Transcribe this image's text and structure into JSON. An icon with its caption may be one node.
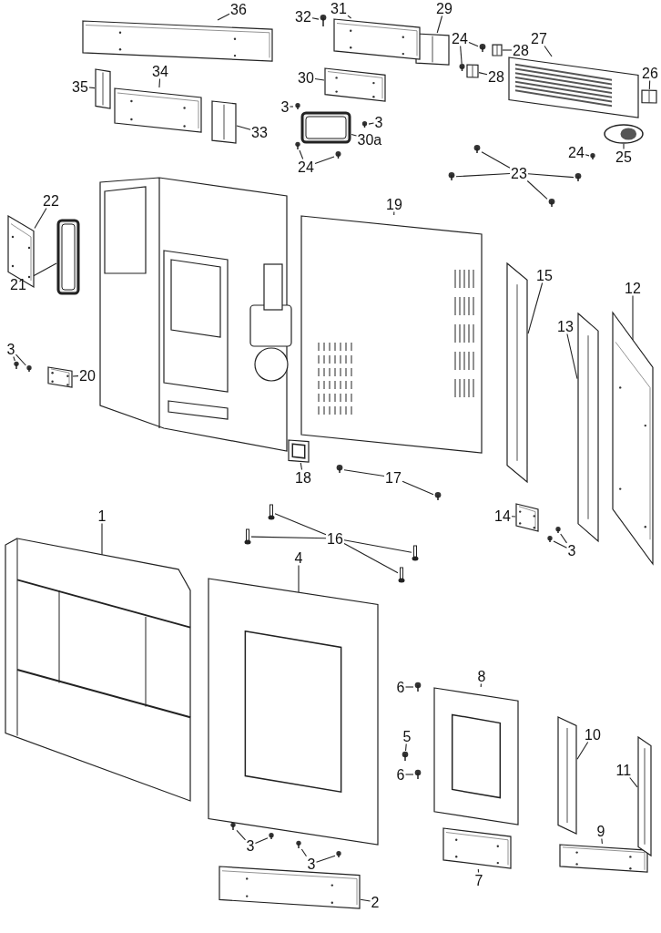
{
  "diagram": {
    "nodes": [
      {
        "text": [
          "36"
        ]
      },
      {
        "text": [],
        "shape": "picture"
      },
      {
        "text": [
          "35"
        ]
      },
      {
        "text": [],
        "shape": "picture"
      },
      {
        "text": [
          "34"
        ]
      },
      {
        "text": [],
        "shape": "picture"
      },
      {
        "text": [
          "33"
        ]
      },
      {
        "text": [],
        "shape": "picture"
      },
      {
        "text": [
          "32"
        ]
      },
      {
        "text": [],
        "shape": "picture"
      },
      {
        "text": [
          "31"
        ]
      },
      {
        "text": [],
        "shape": "picture"
      },
      {
        "text": [
          "29"
        ]
      },
      {
        "text": [],
        "shape": "picture"
      },
      {
        "text": [
          "24"
        ]
      },
      {
        "text": [],
        "shape": "picture"
      },
      {
        "text": [],
        "shape": "picture"
      },
      {
        "text": [
          "28"
        ]
      },
      {
        "text": [],
        "shape": "picture"
      },
      {
        "text": [
          "28"
        ]
      },
      {
        "text": [],
        "shape": "picture"
      },
      {
        "text": [
          "27"
        ]
      },
      {
        "text": [],
        "shape": "picture"
      },
      {
        "text": [
          "26"
        ]
      },
      {
        "text": [],
        "shape": "picture"
      },
      {
        "text": [
          "30"
        ]
      },
      {
        "text": [],
        "shape": "picture"
      },
      {
        "text": [
          "3"
        ]
      },
      {
        "text": [],
        "shape": "picture"
      },
      {
        "text": [
          "3"
        ]
      },
      {
        "text": [],
        "shape": "picture"
      },
      {
        "text": [
          "30a"
        ]
      },
      {
        "text": [],
        "shape": "picture"
      },
      {
        "text": [
          "24"
        ]
      },
      {
        "text": [],
        "shape": "picture"
      },
      {
        "text": [],
        "shape": "picture"
      },
      {
        "text": [
          "25"
        ]
      },
      {
        "text": [],
        "shape": "picture"
      },
      {
        "text": [
          "24"
        ]
      },
      {
        "text": [],
        "shape": "picture"
      },
      {
        "text": [
          "23"
        ]
      },
      {
        "text": [],
        "shape": "picture"
      },
      {
        "text": [],
        "shape": "picture"
      },
      {
        "text": [],
        "shape": "picture"
      },
      {
        "text": [],
        "shape": "picture"
      },
      {
        "text": [
          "22"
        ]
      },
      {
        "text": [],
        "shape": "picture"
      },
      {
        "text": [
          "21"
        ]
      },
      {
        "text": [],
        "shape": "picture"
      },
      {
        "text": [
          "19"
        ]
      },
      {
        "text": [],
        "shape": "picture"
      },
      {
        "text": [
          "15"
        ]
      },
      {
        "text": [],
        "shape": "picture"
      },
      {
        "text": [
          "12"
        ]
      },
      {
        "text": [],
        "shape": "picture"
      },
      {
        "text": [
          "13"
        ]
      },
      {
        "text": [],
        "shape": "picture"
      },
      {
        "text": [
          "3"
        ]
      },
      {
        "text": [],
        "shape": "picture"
      },
      {
        "text": [],
        "shape": "picture"
      },
      {
        "text": [
          "20"
        ]
      },
      {
        "text": [],
        "shape": "picture"
      },
      {
        "text": [
          "18"
        ]
      },
      {
        "text": [],
        "shape": "picture"
      },
      {
        "text": [
          "17"
        ]
      },
      {
        "text": [],
        "shape": "picture"
      },
      {
        "text": [],
        "shape": "picture"
      },
      {
        "text": [
          "16"
        ]
      },
      {
        "text": [],
        "shape": "picture"
      },
      {
        "text": [],
        "shape": "picture"
      },
      {
        "text": [],
        "shape": "picture"
      },
      {
        "text": [],
        "shape": "picture"
      },
      {
        "text": [
          "14"
        ]
      },
      {
        "text": [],
        "shape": "picture"
      },
      {
        "text": [
          "3"
        ]
      },
      {
        "text": [],
        "shape": "picture"
      },
      {
        "text": [],
        "shape": "picture"
      },
      {
        "text": [
          "1"
        ]
      },
      {
        "text": [],
        "shape": "picture"
      },
      {
        "text": [
          "4"
        ]
      },
      {
        "text": [],
        "shape": "picture"
      },
      {
        "text": [
          "6"
        ]
      },
      {
        "text": [],
        "shape": "picture"
      },
      {
        "text": [
          "5"
        ]
      },
      {
        "text": [],
        "shape": "picture"
      },
      {
        "text": [
          "6"
        ]
      },
      {
        "text": [],
        "shape": "picture"
      },
      {
        "text": [
          "8"
        ]
      },
      {
        "text": [],
        "shape": "picture"
      },
      {
        "text": [
          "10"
        ]
      },
      {
        "text": [],
        "shape": "picture"
      },
      {
        "text": [
          "11"
        ]
      },
      {
        "text": [],
        "shape": "picture"
      },
      {
        "text": [
          "9"
        ]
      },
      {
        "text": [],
        "shape": "picture"
      },
      {
        "text": [
          "7"
        ]
      },
      {
        "text": [],
        "shape": "picture"
      },
      {
        "text": [
          "3"
        ]
      },
      {
        "text": [],
        "shape": "picture"
      },
      {
        "text": [],
        "shape": "picture"
      },
      {
        "text": [
          "3"
        ]
      },
      {
        "text": [],
        "shape": "picture"
      },
      {
        "text": [],
        "shape": "picture"
      },
      {
        "text": [
          "2"
        ]
      },
      {
        "text": [],
        "shape": "picture"
      }
    ],
    "edges": [
      {
        "from": 0,
        "to": 1,
        "arrow": "none"
      },
      {
        "from": 2,
        "to": 3,
        "arrow": "none"
      },
      {
        "from": 4,
        "to": 5,
        "arrow": "none"
      },
      {
        "from": 6,
        "to": 7,
        "arrow": "none"
      },
      {
        "from": 8,
        "to": 9,
        "arrow": "none"
      },
      {
        "from": 10,
        "to": 11,
        "arrow": "none"
      },
      {
        "from": 12,
        "to": 13,
        "arrow": "none"
      },
      {
        "from": 14,
        "to": 15,
        "arrow": "none"
      },
      {
        "from": 14,
        "to": 16,
        "arrow": "none"
      },
      {
        "from": 17,
        "to": 18,
        "arrow": "none"
      },
      {
        "from": 19,
        "to": 20,
        "arrow": "none"
      },
      {
        "from": 21,
        "to": 22,
        "arrow": "none"
      },
      {
        "from": 23,
        "to": 24,
        "arrow": "none"
      },
      {
        "from": 25,
        "to": 26,
        "arrow": "none"
      },
      {
        "from": 27,
        "to": 28,
        "arrow": "none"
      },
      {
        "from": 29,
        "to": 30,
        "arrow": "none"
      },
      {
        "from": 31,
        "to": 32,
        "arrow": "none"
      },
      {
        "from": 33,
        "to": 34,
        "arrow": "none"
      },
      {
        "from": 33,
        "to": 35,
        "arrow": "none"
      },
      {
        "from": 36,
        "to": 37,
        "arrow": "none"
      },
      {
        "from": 38,
        "to": 39,
        "arrow": "none"
      },
      {
        "from": 40,
        "to": 41,
        "arrow": "none"
      },
      {
        "from": 40,
        "to": 42,
        "arrow": "none"
      },
      {
        "from": 40,
        "to": 43,
        "arrow": "none"
      },
      {
        "from": 40,
        "to": 44,
        "arrow": "none"
      },
      {
        "from": 45,
        "to": 46,
        "arrow": "none"
      },
      {
        "from": 47,
        "to": 48,
        "arrow": "none"
      },
      {
        "from": 49,
        "to": 50,
        "arrow": "none"
      },
      {
        "from": 51,
        "to": 52,
        "arrow": "none"
      },
      {
        "from": 53,
        "to": 54,
        "arrow": "none"
      },
      {
        "from": 55,
        "to": 56,
        "arrow": "none"
      },
      {
        "from": 57,
        "to": 58,
        "arrow": "none"
      },
      {
        "from": 57,
        "to": 59,
        "arrow": "none"
      },
      {
        "from": 60,
        "to": 61,
        "arrow": "none"
      },
      {
        "from": 62,
        "to": 63,
        "arrow": "none"
      },
      {
        "from": 64,
        "to": 65,
        "arrow": "none"
      },
      {
        "from": 64,
        "to": 66,
        "arrow": "none"
      },
      {
        "from": 67,
        "to": 68,
        "arrow": "none"
      },
      {
        "from": 67,
        "to": 69,
        "arrow": "none"
      },
      {
        "from": 67,
        "to": 70,
        "arrow": "none"
      },
      {
        "from": 67,
        "to": 71,
        "arrow": "none"
      },
      {
        "from": 72,
        "to": 73,
        "arrow": "none"
      },
      {
        "from": 74,
        "to": 75,
        "arrow": "none"
      },
      {
        "from": 74,
        "to": 76,
        "arrow": "none"
      },
      {
        "from": 77,
        "to": 78,
        "arrow": "none"
      },
      {
        "from": 79,
        "to": 80,
        "arrow": "none"
      },
      {
        "from": 81,
        "to": 82,
        "arrow": "none"
      },
      {
        "from": 83,
        "to": 84,
        "arrow": "none"
      },
      {
        "from": 85,
        "to": 86,
        "arrow": "none"
      },
      {
        "from": 87,
        "to": 88,
        "arrow": "none"
      },
      {
        "from": 89,
        "to": 90,
        "arrow": "none"
      },
      {
        "from": 91,
        "to": 92,
        "arrow": "none"
      },
      {
        "from": 93,
        "to": 94,
        "arrow": "none"
      },
      {
        "from": 95,
        "to": 96,
        "arrow": "none"
      },
      {
        "from": 97,
        "to": 98,
        "arrow": "none"
      },
      {
        "from": 97,
        "to": 99,
        "arrow": "none"
      },
      {
        "from": 100,
        "to": 101,
        "arrow": "none"
      },
      {
        "from": 100,
        "to": 102,
        "arrow": "none"
      },
      {
        "from": 103,
        "to": 104,
        "arrow": "none"
      }
    ]
  }
}
